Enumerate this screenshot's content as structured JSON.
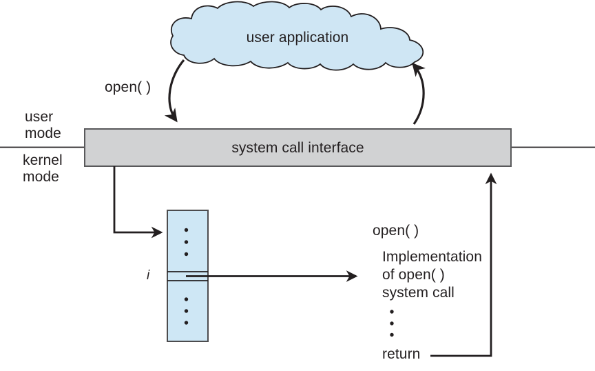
{
  "cloud": {
    "label": "user application"
  },
  "left_flow": {
    "call_label": "open( )"
  },
  "boundary": {
    "user_mode": [
      "user",
      "mode"
    ],
    "kernel_mode": [
      "kernel",
      "mode"
    ]
  },
  "interface_bar": {
    "label": "system call interface"
  },
  "syscall_table": {
    "index_label": "i"
  },
  "implementation": {
    "header": "open( )",
    "body": [
      "Implementation",
      "of open( )",
      "system call"
    ],
    "return_label": "return"
  },
  "colors": {
    "cloud_fill": "#cfe6f4",
    "table_fill": "#cee7f5",
    "bar_fill": "#d1d2d3",
    "bar_stroke": "#59595b",
    "ink": "#231f20"
  }
}
